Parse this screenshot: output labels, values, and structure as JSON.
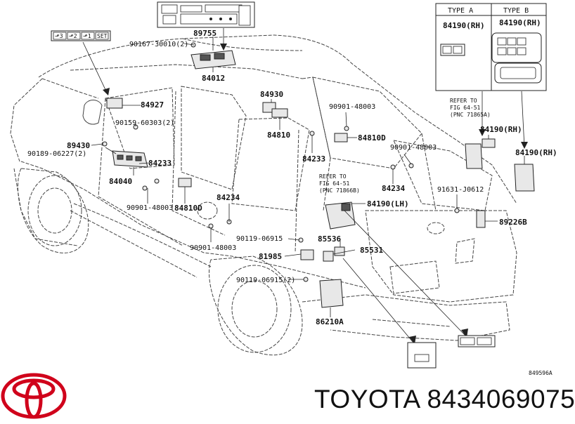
{
  "diagram": {
    "labels": {
      "p89755": "89755",
      "p90167": "90167-30010(2)",
      "p84012": "84012",
      "p84927": "84927",
      "p90159": "90159-60303(2)",
      "p89430": "89430",
      "p90189": "90189-06227(2)",
      "p84233a": "84233",
      "p84040": "84040",
      "p90901a": "90901-48003",
      "p84810Da": "84810D",
      "p84234a": "84234",
      "p90901b": "90901-48003",
      "p84930": "84930",
      "p84810": "84810",
      "p84233b": "84233",
      "p90901c": "90901-48003",
      "p84810Db": "84810D",
      "p90901d": "90901-48003",
      "p84234b": "84234",
      "p90119a": "90119-06915",
      "p85536": "85536",
      "p81985": "81985",
      "p85531": "85531",
      "p90119b": "90119-06915(2)",
      "p86210A": "86210A",
      "p84190LH": "84190(LH)",
      "p91631": "91631-J0612",
      "p89226B": "89226B",
      "p84190RHa": "84190(RH)",
      "p84190RHb": "84190(RH)"
    },
    "refer_a": [
      "REFER TO",
      "FIG 64-51",
      "(PNC 71866B)"
    ],
    "refer_b": [
      "REFER TO",
      "FIG 64-51",
      "(PNC 71865A)"
    ],
    "type_a": {
      "header": "TYPE A",
      "part": "84190(RH)"
    },
    "type_b": {
      "header": "TYPE B",
      "part": "84190(RH)"
    },
    "switch_buttons": [
      "⬏3",
      "⬏2",
      "⬏1",
      "SET"
    ],
    "illustration_code": "849596A"
  },
  "brand": {
    "name": "TOYOTA",
    "part_number": "8434069075",
    "logo_color": "#d0021b"
  }
}
